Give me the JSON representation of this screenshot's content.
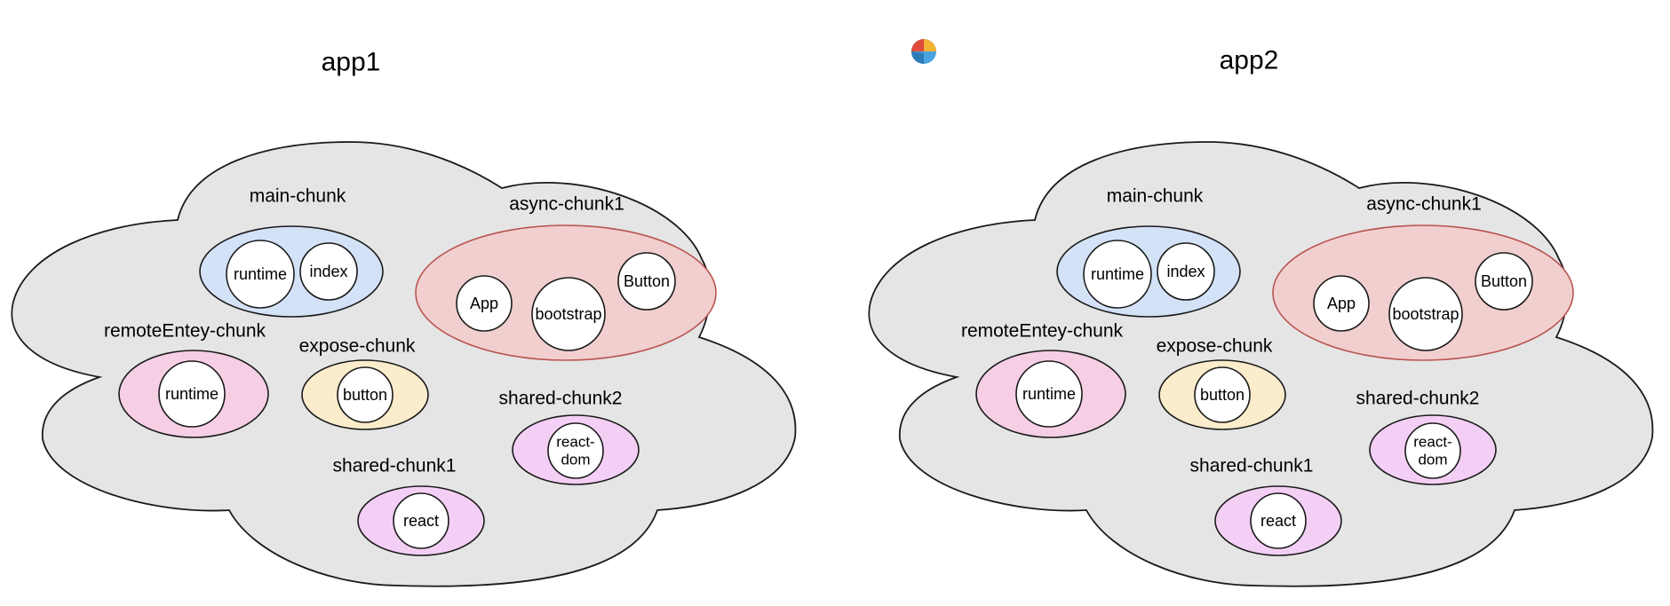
{
  "logo": {
    "icon": "logo-icon",
    "colors": [
      "#e04b3c",
      "#f2b233",
      "#2c7bb6",
      "#4aa3df"
    ]
  },
  "diagrams": [
    {
      "id": "app1",
      "title": "app1",
      "chunks": [
        {
          "key": "main",
          "label": "main-chunk",
          "fill": "#d3e2f7",
          "nodes": [
            [
              "runtime"
            ],
            [
              "index"
            ]
          ]
        },
        {
          "key": "async",
          "label": "async-chunk1",
          "fill": "#f2cfcf",
          "nodes": [
            [
              "App"
            ],
            [
              "bootstrap"
            ],
            [
              "Button"
            ]
          ]
        },
        {
          "key": "remote",
          "label": "remoteEntey-chunk",
          "fill": "#f6cfe4",
          "nodes": [
            [
              "runtime"
            ]
          ]
        },
        {
          "key": "expose",
          "label": "expose-chunk",
          "fill": "#fbeccb",
          "nodes": [
            [
              "button"
            ]
          ]
        },
        {
          "key": "shared2",
          "label": "shared-chunk2",
          "fill": "#f4cff5",
          "nodes": [
            [
              "react-",
              "dom"
            ]
          ]
        },
        {
          "key": "shared1",
          "label": "shared-chunk1",
          "fill": "#f4cff5",
          "nodes": [
            [
              "react"
            ]
          ]
        }
      ]
    },
    {
      "id": "app2",
      "title": "app2",
      "chunks": [
        {
          "key": "main",
          "label": "main-chunk",
          "fill": "#d3e2f7",
          "nodes": [
            [
              "runtime"
            ],
            [
              "index"
            ]
          ]
        },
        {
          "key": "async",
          "label": "async-chunk1",
          "fill": "#f2cfcf",
          "nodes": [
            [
              "App"
            ],
            [
              "bootstrap"
            ],
            [
              "Button"
            ]
          ]
        },
        {
          "key": "remote",
          "label": "remoteEntey-chunk",
          "fill": "#f6cfe4",
          "nodes": [
            [
              "runtime"
            ]
          ]
        },
        {
          "key": "expose",
          "label": "expose-chunk",
          "fill": "#fbeccb",
          "nodes": [
            [
              "button"
            ]
          ]
        },
        {
          "key": "shared2",
          "label": "shared-chunk2",
          "fill": "#f4cff5",
          "nodes": [
            [
              "react-",
              "dom"
            ]
          ]
        },
        {
          "key": "shared1",
          "label": "shared-chunk1",
          "fill": "#f4cff5",
          "nodes": [
            [
              "react"
            ]
          ]
        }
      ]
    }
  ],
  "colors": {
    "cloud_fill": "#e5e5e5",
    "stroke": "#1a1a1a",
    "node_fill": "#ffffff",
    "async_stroke": "#b85450"
  }
}
